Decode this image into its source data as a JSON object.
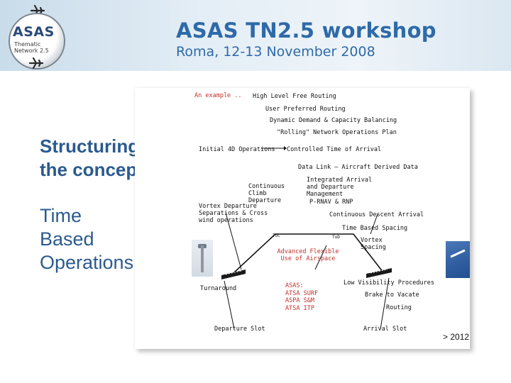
{
  "header": {
    "logo": {
      "name": "ASAS",
      "sub_line1": "Thematic",
      "sub_line2": "Network 2.5"
    },
    "title": "ASAS TN2.5 workshop",
    "subtitle": "Roma, 12-13 November 2008"
  },
  "left": {
    "title_line1": "Structuring",
    "title_line2": "the concept",
    "subtitle_line1": "Time",
    "subtitle_line2": "Based",
    "subtitle_line3": "Operations"
  },
  "panel": {
    "example_label": "An example ..",
    "labels": {
      "high_level_free_routing": "High Level Free Routing",
      "user_preferred_routing": "User Preferred Routing",
      "dcb": "Dynamic Demand & Capacity Balancing",
      "rolling_plan": "\"Rolling\" Network Operations Plan",
      "initial_4d": "Initial 4D Operations",
      "controlled_time": "Controlled Time of Arrival",
      "data_link": "Data Link – Aircraft Derived Data",
      "integrated_aman_dman": "Integrated Arrival and Departure Management",
      "continuous_climb": "Continuous Climb Departure",
      "prnav_rnp": "P-RNAV & RNP",
      "vortex_departure": "Vortex Departure Separations & Cross wind operations",
      "continuous_descent": "Continuous Descent Arrival",
      "time_based_spacing": "Time Based Spacing",
      "toc": "ToC",
      "tod": "ToD",
      "vortex_spacing": "Vortex Spacing",
      "advanced_fua": "Advanced Flexible Use of Airspace",
      "turnaround": "Turnaround",
      "asas_lines": [
        "ASAS:",
        "ATSA SURF",
        "ASPA S&M",
        "ATSA ITP"
      ],
      "low_visibility": "Low Visibility Procedures",
      "brake_to_vacate": "Brake to Vacate",
      "routing": "Routing",
      "departure_slot": "Departure Slot",
      "arrival_slot": "Arrival Slot"
    },
    "year": "> 2012"
  }
}
